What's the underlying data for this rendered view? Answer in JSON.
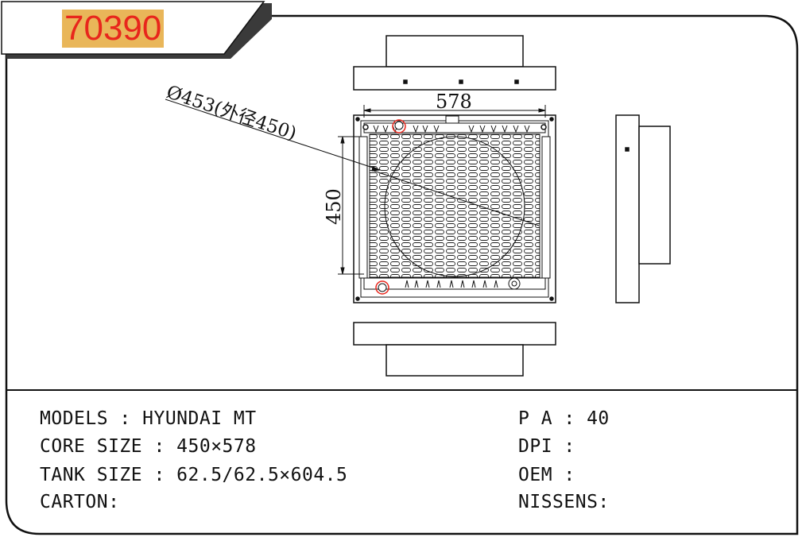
{
  "header": {
    "part_number": "70390"
  },
  "drawing": {
    "dimension_width": "578",
    "dimension_height": "450",
    "fan_diameter_note": "Ø453(外径450)"
  },
  "specs": {
    "models": "MODELS : HYUNDAI MT",
    "core_size": "CORE SIZE : 450×578",
    "tank_size": "TANK SIZE : 62.5/62.5×604.5",
    "carton": "CARTON:",
    "pa": "P A : 40",
    "dpi": "DPI :",
    "oem": "OEM :",
    "nissens": "NISSENS:"
  },
  "colors": {
    "label_text": "#e8261c",
    "label_background": "#e9b659",
    "highlight_circle": "#e8261c",
    "line": "#111111"
  }
}
